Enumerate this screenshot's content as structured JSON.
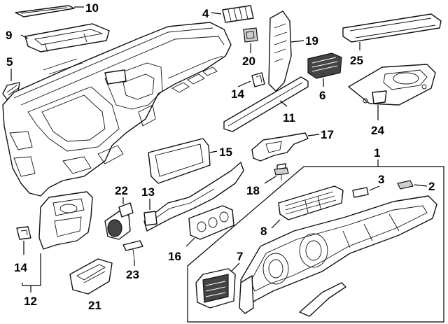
{
  "callouts": {
    "c1": "1",
    "c2": "2",
    "c3": "3",
    "c4": "4",
    "c5": "5",
    "c6": "6",
    "c7": "7",
    "c8": "8",
    "c9": "9",
    "c10": "10",
    "c11": "11",
    "c12": "12",
    "c13": "13",
    "c14a": "14",
    "c14b": "14",
    "c15": "15",
    "c16": "16",
    "c17": "17",
    "c18": "18",
    "c19": "19",
    "c20": "20",
    "c21": "21",
    "c22": "22",
    "c23": "23",
    "c24": "24",
    "c25": "25"
  }
}
